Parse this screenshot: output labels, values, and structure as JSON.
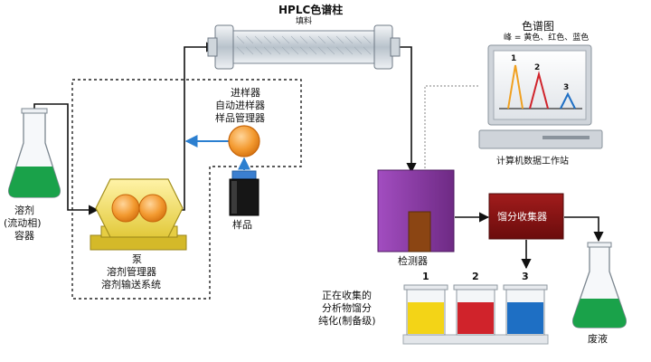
{
  "column": {
    "title": "HPLC色谱柱",
    "subtitle": "填料"
  },
  "chromatogram": {
    "title": "色谱图",
    "legend": "峰 = 黄色、红色、蓝色",
    "peaks": [
      "1",
      "2",
      "3"
    ]
  },
  "workstation": {
    "label": "计算机数据工作站"
  },
  "injector": {
    "line1": "进样器",
    "line2": "自动进样器",
    "line3": "样品管理器"
  },
  "sample": {
    "label": "样品"
  },
  "solvent": {
    "line1": "溶剂",
    "line2": "(流动相)",
    "line3": "容器"
  },
  "pump": {
    "line1": "泵",
    "line2": "溶剂管理器",
    "line3": "溶剂输送系统"
  },
  "detector": {
    "label": "检测器"
  },
  "collector": {
    "label": "馏分收集器"
  },
  "collection": {
    "line1": "正在收集的",
    "line2": "分析物馏分",
    "line3": "纯化(制备级)",
    "fractions": [
      "1",
      "2",
      "3"
    ]
  },
  "waste": {
    "label": "废液"
  },
  "colors": {
    "yellow": "#f3d417",
    "red": "#d0232b",
    "blue": "#1e6fc4",
    "green": "#1aa24a",
    "purple": "#8a3a9e",
    "darkred": "#8e1414",
    "orange": "#f09a34"
  }
}
